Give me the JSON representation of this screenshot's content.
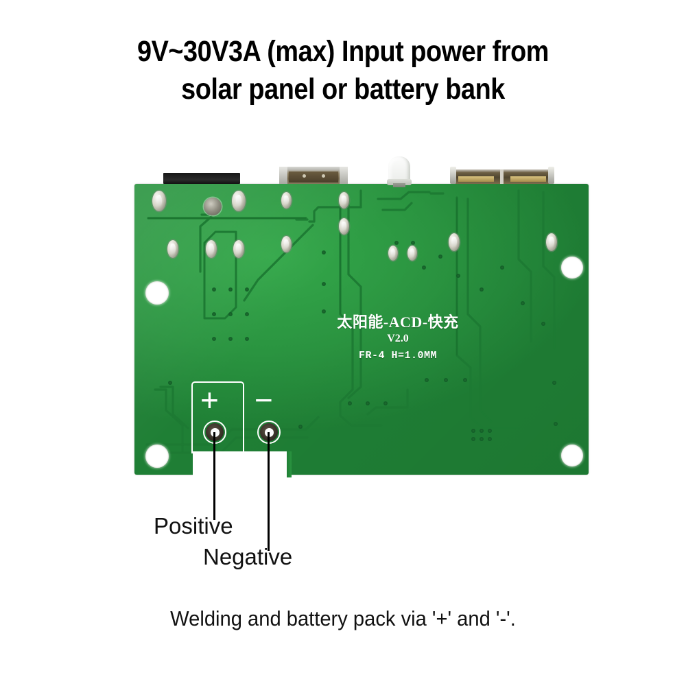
{
  "headline": {
    "line1": "9V~30V3A (max) Input power from",
    "line2": "solar panel or battery bank"
  },
  "board": {
    "silkscreen": {
      "title": "太阳能-ACD-快充",
      "version": "V2.0",
      "material": "FR-4 H=1.0MM"
    },
    "terminals": {
      "positive_mark": "+",
      "negative_mark": "−"
    },
    "colors": {
      "solder_mask": "#2a9440",
      "silkscreen": "#ffffff",
      "trace": "#1d7a33",
      "pad_metal": "#3b332a",
      "led_body": "#fbfbf8",
      "connector_black": "#1a1a1a",
      "connector_metal": "#b9b9b3",
      "background": "#ffffff",
      "text": "#111111"
    },
    "components": {
      "black_connector": "black-edge-connector",
      "usb_a_connector": "usb-a-port",
      "usb_c_connector": "usb-output-port",
      "indicator_led": "led-indicator"
    }
  },
  "callouts": {
    "positive": "Positive",
    "negative": "Negative"
  },
  "caption": {
    "text": "Welding and battery pack via '+' and '-'."
  }
}
